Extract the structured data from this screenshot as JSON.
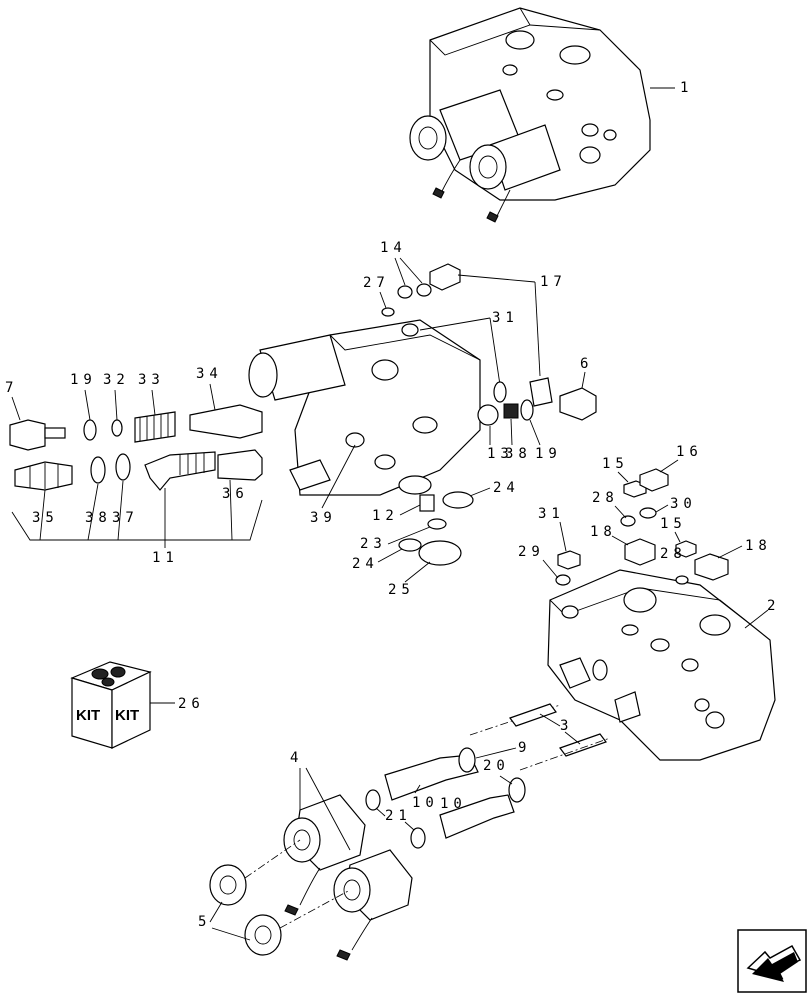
{
  "callouts": {
    "c1": "1",
    "c2": "2",
    "c3": "3",
    "c4": "4",
    "c5": "5",
    "c6": "6",
    "c7": "7",
    "c9": "9",
    "c10a": "10",
    "c10b": "10",
    "c11": "11",
    "c12": "12",
    "c13": "13",
    "c14": "14",
    "c15a": "15",
    "c15b": "15",
    "c16": "16",
    "c17": "17",
    "c18a": "18",
    "c18b": "18",
    "c19a": "19",
    "c19b": "19",
    "c20": "20",
    "c21": "21",
    "c23": "23",
    "c24a": "24",
    "c24b": "24",
    "c25": "25",
    "c26": "26",
    "c27": "27",
    "c28a": "28",
    "c28b": "28",
    "c29": "29",
    "c30": "30",
    "c31a": "31",
    "c31b": "31",
    "c32": "32",
    "c33": "33",
    "c34": "34",
    "c35": "35",
    "c36": "36",
    "c37": "37",
    "c38a": "38",
    "c38b": "38",
    "c39": "39"
  },
  "kit": {
    "label_left": "KIT",
    "label_right": "KIT"
  },
  "icons": {
    "nav_arrow": "next-page-arrow-icon"
  }
}
